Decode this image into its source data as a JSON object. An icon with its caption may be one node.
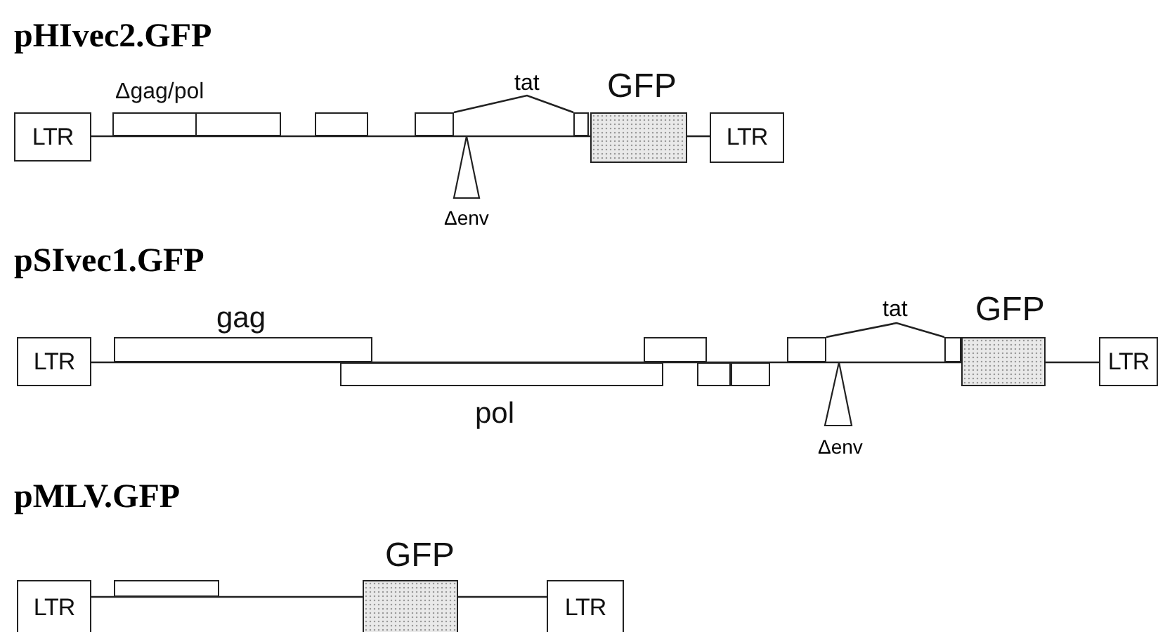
{
  "diagram": {
    "nodes": [
      {
        "text": [
          "LTR"
        ]
      },
      {
        "text": [
          "Δgag/pol"
        ]
      },
      {
        "text": [],
        "shape": "box"
      },
      {
        "text": [],
        "shape": "box"
      },
      {
        "text": [],
        "shape": "box"
      },
      {
        "text": [],
        "shape": "box"
      },
      {
        "text": [
          "GFP"
        ]
      },
      {
        "text": [
          "LTR"
        ]
      },
      {
        "text": [
          "LTR"
        ]
      },
      {
        "text": [
          "gag"
        ]
      },
      {
        "text": [
          "pol"
        ]
      },
      {
        "text": [],
        "shape": "box"
      },
      {
        "text": [],
        "shape": "box"
      },
      {
        "text": [],
        "shape": "box"
      },
      {
        "text": [],
        "shape": "box"
      },
      {
        "text": [],
        "shape": "box"
      },
      {
        "text": [
          "GFP"
        ]
      },
      {
        "text": [
          "LTR"
        ]
      },
      {
        "text": [
          "LTR"
        ]
      },
      {
        "text": [],
        "shape": "box"
      },
      {
        "text": [
          "GFP"
        ]
      },
      {
        "text": [
          "LTR"
        ]
      }
    ],
    "edges": [
      {
        "from": 0,
        "to": 6,
        "arrow": "none"
      },
      {
        "from": 6,
        "to": 7,
        "arrow": "none"
      },
      {
        "from": 4,
        "to": 5,
        "arrow": "none",
        "label": "tat"
      },
      {
        "from": 8,
        "to": 16,
        "arrow": "none"
      },
      {
        "from": 16,
        "to": 17,
        "arrow": "none"
      },
      {
        "from": 14,
        "to": 15,
        "arrow": "none",
        "label": "tat"
      },
      {
        "from": 18,
        "to": 20,
        "arrow": "none"
      },
      {
        "from": 20,
        "to": 21,
        "arrow": "none"
      }
    ],
    "labels": [
      "pHIvec2.GFP",
      "Δenv",
      "pSIvec1.GFP",
      "Δenv",
      "pMLV.GFP"
    ]
  }
}
